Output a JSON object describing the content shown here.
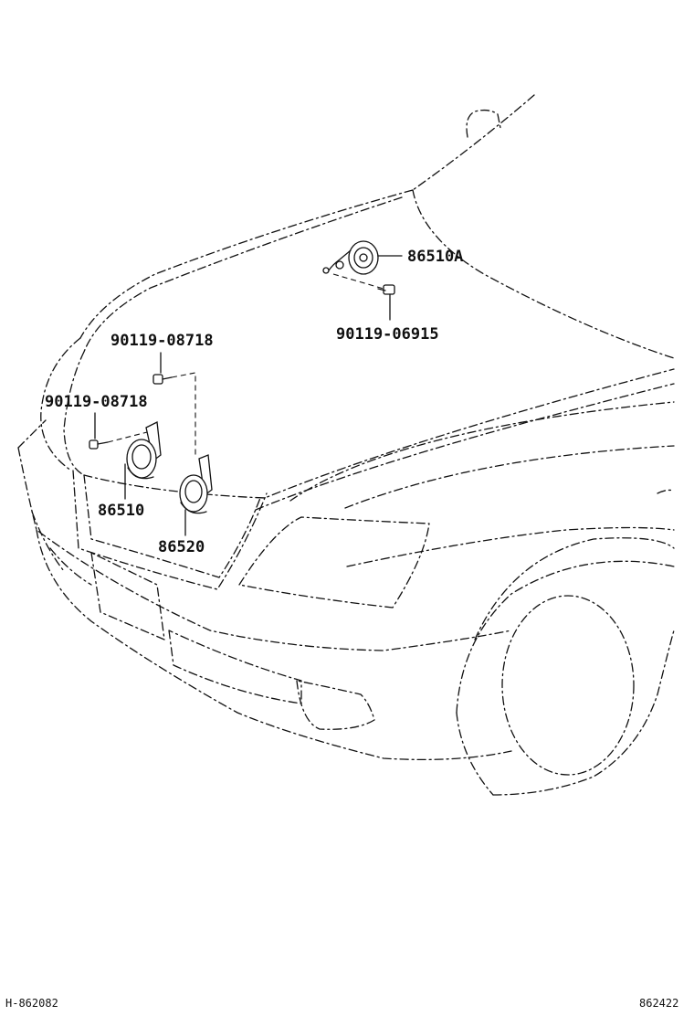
{
  "parts": {
    "horn_high_a": "86510A",
    "bolt_upper": "90119-06915",
    "bolt_left_top": "90119-08718",
    "bolt_left_bottom": "90119-08718",
    "horn_low": "86510",
    "horn_high": "86520"
  },
  "footer": {
    "left_code": "H-862082",
    "right_code": "862422"
  }
}
